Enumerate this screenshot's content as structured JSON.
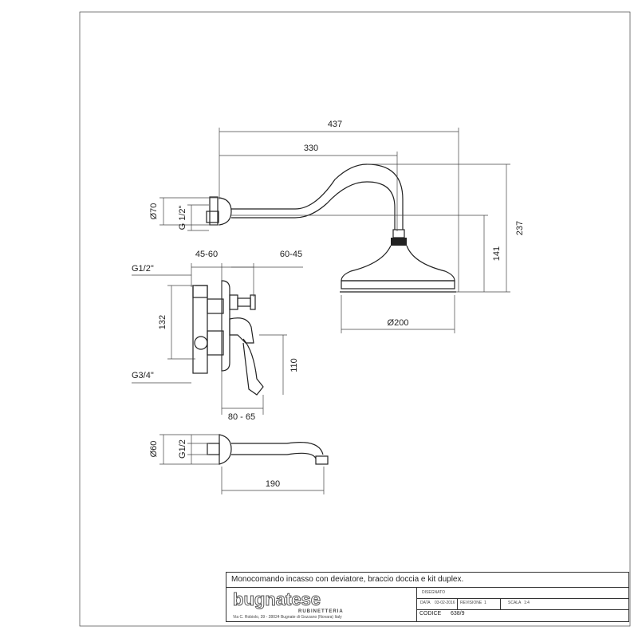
{
  "drawing": {
    "dimensions": {
      "d437": "437",
      "d330": "330",
      "d237": "237",
      "d141": "141",
      "d200": "Ø200",
      "d70": "Ø70",
      "g12a": "G 1/2\"",
      "d45_60": "45-60",
      "d60_45": "60-45",
      "g12b": "G1/2\"",
      "d132": "132",
      "g34": "G3/4\"",
      "d110": "110",
      "d80_65": "80 - 65",
      "d60": "Ø60",
      "g12c": "G1/2",
      "d190": "190"
    }
  },
  "title_block": {
    "title": "Monocomando incasso con deviatore, braccio doccia e kit duplex.",
    "logo": "bugnatese",
    "logo_sub": "RUBINETTERIA",
    "address": "Via C. Robiolo, 39 - 28024 Bugnate di Gozzano (Novara) Italy",
    "designed_label": "DISEGNATO",
    "date_label": "DATA",
    "date": "03-02-2016",
    "revision_label": "REVISIONE",
    "revision": "1",
    "scale_label": "SCALA",
    "scale": "1:4",
    "code_label": "CODICE",
    "code": "638/9"
  }
}
